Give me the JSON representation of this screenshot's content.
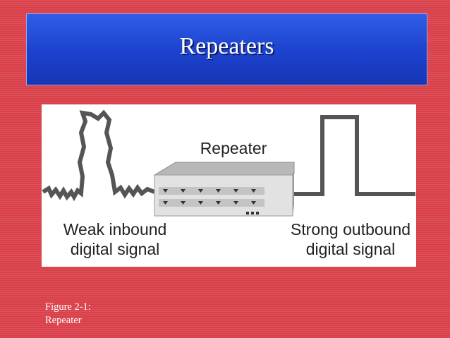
{
  "slide": {
    "title": "Repeaters",
    "caption_line1": "Figure 2-1:",
    "caption_line2": "Repeater"
  },
  "figure": {
    "device_label": "Repeater",
    "inbound_line1": "Weak inbound",
    "inbound_line2": "digital signal",
    "outbound_line1": "Strong outbound",
    "outbound_line2": "digital signal"
  },
  "colors": {
    "background": "#d9404a",
    "title_box": "#1c41cc",
    "signal": "#555555"
  }
}
